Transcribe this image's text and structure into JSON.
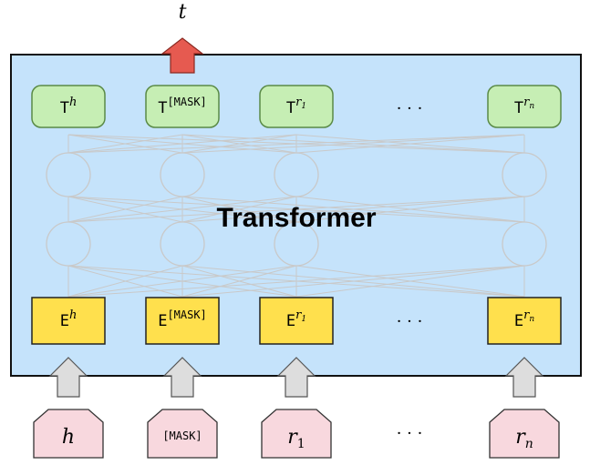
{
  "output_label": "t",
  "title": "Transformer",
  "ellipsis": "· · ·",
  "colors": {
    "panel_fill": "#c5e3fb",
    "panel_stroke": "#111111",
    "output_fill": "#c6eeb4",
    "output_stroke": "#5a8a46",
    "embed_fill": "#ffe04d",
    "embed_stroke": "#222222",
    "input_fill": "#f8d8de",
    "input_stroke": "#333333",
    "up_arrow_fill": "#dddddd",
    "up_arrow_stroke": "#555555",
    "out_arrow_fill": "#e65a50",
    "out_arrow_stroke": "#8a2a22",
    "network_line": "#c9c9c9"
  },
  "outputs": [
    {
      "base": "T",
      "sup": "h"
    },
    {
      "base": "T",
      "sup": "[MASK]"
    },
    {
      "base": "T",
      "sup": "r",
      "sup_sub": "1"
    },
    {
      "base": "T",
      "sup": "r",
      "sup_sub": "n"
    }
  ],
  "embeddings": [
    {
      "base": "E",
      "sup": "h"
    },
    {
      "base": "E",
      "sup": "[MASK]"
    },
    {
      "base": "E",
      "sup": "r",
      "sup_sub": "1"
    },
    {
      "base": "E",
      "sup": "r",
      "sup_sub": "n"
    }
  ],
  "inputs": [
    {
      "text": "h",
      "style": "italic"
    },
    {
      "text": "[MASK]",
      "style": "mono"
    },
    {
      "text": "r",
      "sub": "1",
      "style": "italic"
    },
    {
      "text": "r",
      "sub": "n",
      "style": "italic"
    }
  ]
}
